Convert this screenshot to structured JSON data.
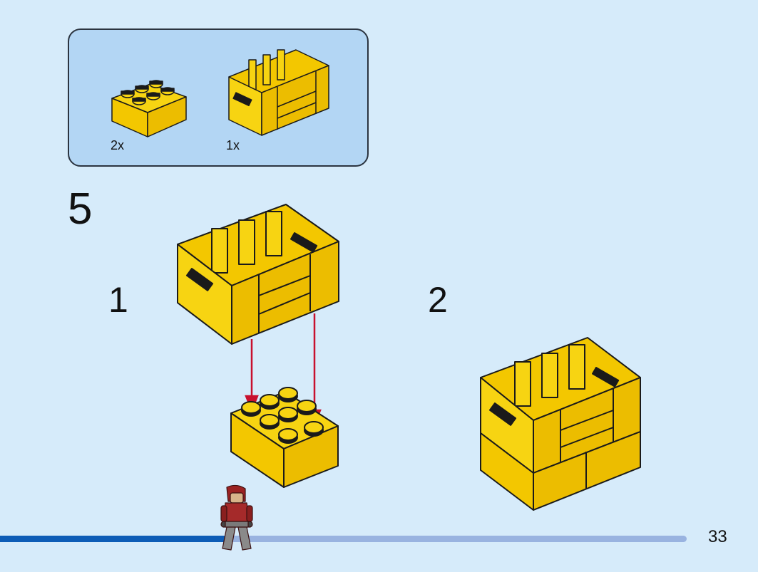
{
  "parts_list": {
    "items": [
      {
        "icon": "yellow-2x3-brick-icon",
        "quantity": "2x"
      },
      {
        "icon": "yellow-crate-icon",
        "quantity": "1x"
      }
    ]
  },
  "step": {
    "number": "5",
    "substeps": [
      "1",
      "2"
    ]
  },
  "page": {
    "number": "33"
  },
  "progress": {
    "fraction": 0.33
  },
  "colors": {
    "brick_yellow": "#f7d412",
    "brick_side": "#e8bd00",
    "outline": "#1a1a1a",
    "arrow": "#c8102e",
    "panel": "#b3d6f4",
    "background": "#d6ebfa",
    "progress_fill": "#0d5cb6",
    "progress_track": "#99b3e0"
  }
}
